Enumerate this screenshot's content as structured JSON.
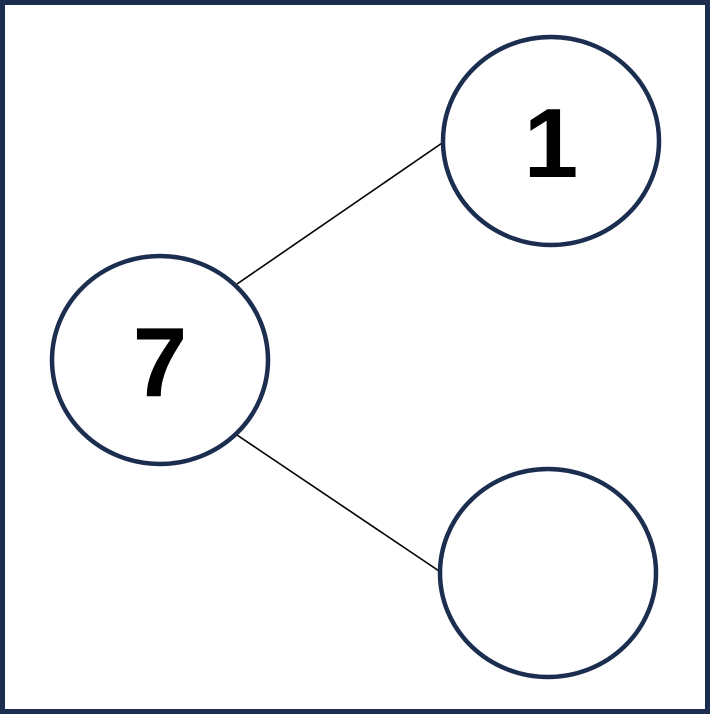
{
  "diagram": {
    "type": "number-bond",
    "colors": {
      "frame": "#1c2e4f",
      "circle_stroke": "#1c2e4f",
      "connector": "#000000",
      "label": "#000000",
      "background": "#ffffff"
    },
    "whole": {
      "label": "7"
    },
    "parts": [
      {
        "label": "1"
      },
      {
        "label": ""
      }
    ]
  }
}
